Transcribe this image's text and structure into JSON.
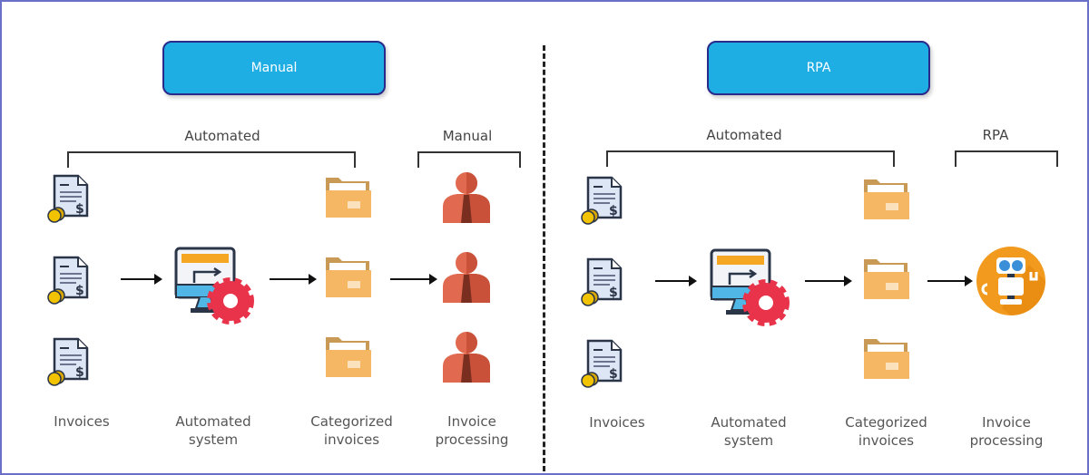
{
  "panels": [
    {
      "title": "Manual",
      "group_automated": "Automated",
      "group_final": "Manual",
      "captions": {
        "invoices": "Invoices",
        "system": "Automated system",
        "categorized": "Categorized invoices",
        "processing": "Invoice processing"
      },
      "final_icon": "person-icon"
    },
    {
      "title": "RPA",
      "group_automated": "Automated",
      "group_final": "RPA",
      "captions": {
        "invoices": "Invoices",
        "system": "Automated system",
        "categorized": "Categorized invoices",
        "processing": "Invoice processing"
      },
      "final_icon": "robot-icon"
    }
  ],
  "colors": {
    "title_box": "#1eaee3",
    "folder": "#f5b763",
    "person": "#d9604a",
    "robot_bg": "#f29a1e",
    "gear": "#e8334a"
  }
}
